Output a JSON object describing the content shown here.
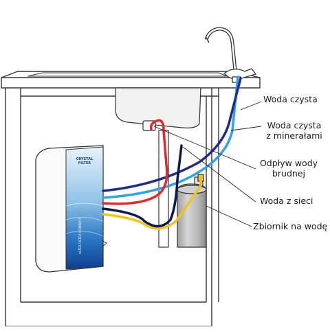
{
  "labels": {
    "clean_water": "Woda czysta",
    "mineral_water_line1": "Woda czysta",
    "mineral_water_line2": "z minerałami",
    "drain_line1": "Odpływ wody",
    "drain_line2": "brudnej",
    "mains_water": "Woda z sieci",
    "tank": "Zbiornik na wodę"
  },
  "device": {
    "logo_line1": "CRYSTAL",
    "logo_line2": "FILTER",
    "vertical_text": "ALTER FILTER COMPACT"
  },
  "colors": {
    "clean_water": "#1f2d8a",
    "mineral_water": "#2fa3dc",
    "drain": "#e02a2a",
    "mains": "#f2c21b",
    "outline": "#333333",
    "pipe_dark": "#0d1a4f"
  }
}
